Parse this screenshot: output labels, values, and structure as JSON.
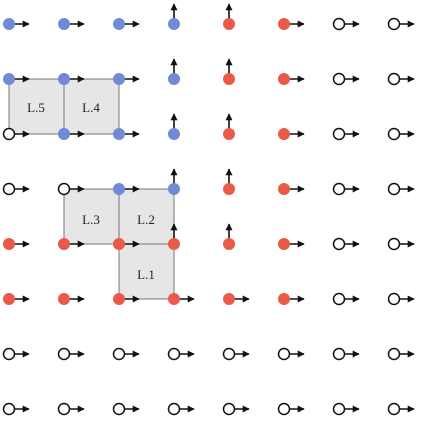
{
  "colors": {
    "blue": "#7289d6",
    "red": "#eb5a48",
    "empty_fill": "#ffffff",
    "outline": "#111111",
    "arrow": "#111111",
    "cell_fill": "#e6e6e6",
    "cell_stroke": "#777777",
    "background": "#ffffff"
  },
  "cells": [
    {
      "label": "L.5"
    },
    {
      "label": "L.4"
    },
    {
      "label": "L.3"
    },
    {
      "label": "L.2"
    },
    {
      "label": "L.1"
    }
  ],
  "grid": {
    "columns": 8,
    "rows": 8,
    "legend": {
      "b": "blue-dot",
      "r": "red-dot",
      "o": "open-circle"
    },
    "dot_rows": [
      "bbbbrroo",
      "bbbbrroo",
      "obbbrroo",
      "oobbrroo",
      "rrrrrroo",
      "rrrrrroo",
      "oooooooo",
      "oooooooo"
    ],
    "arrow_rows": [
      "RRRUURRR",
      "RRRUURRR",
      "RRRUURRR",
      "RRRUURRR",
      "RRRUURRR",
      "RRRRRRRR",
      "RRRRRRRR",
      "RRRRRRRR"
    ]
  }
}
